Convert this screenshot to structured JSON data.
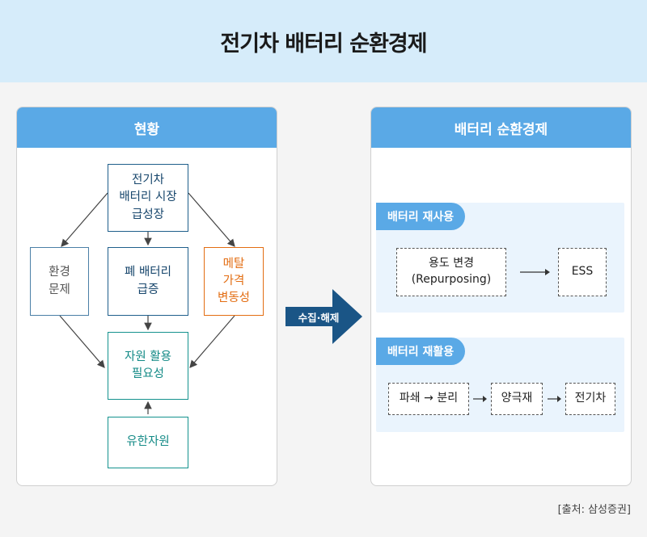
{
  "title": "전기차 배터리 순환경제",
  "left_panel": {
    "header": "현황",
    "nodes": {
      "ev_growth": "전기차\n배터리 시장\n급성장",
      "env": "환경\n문제",
      "waste": "폐 배터리\n급증",
      "metal": "메탈\n가격\n변동성",
      "resource": "자원 활용\n필요성",
      "finite": "유한자원"
    }
  },
  "transition_label": "수집·해제",
  "right_panel": {
    "header": "배터리 순환경제",
    "reuse": {
      "tag": "배터리 재사용",
      "from": "용도 변경\n(Repurposing)",
      "to": "ESS"
    },
    "recycle": {
      "tag": "배터리 재활용",
      "step1": "파쇄 → 분리",
      "step2": "양극재",
      "step3": "전기차"
    }
  },
  "source": "[출처: 삼성증권]",
  "colors": {
    "accent": "#5aa9e6",
    "header_bg": "#d6ecfa",
    "orange": "#e36d12",
    "teal": "#14928e",
    "navy": "#1f5f8b"
  }
}
